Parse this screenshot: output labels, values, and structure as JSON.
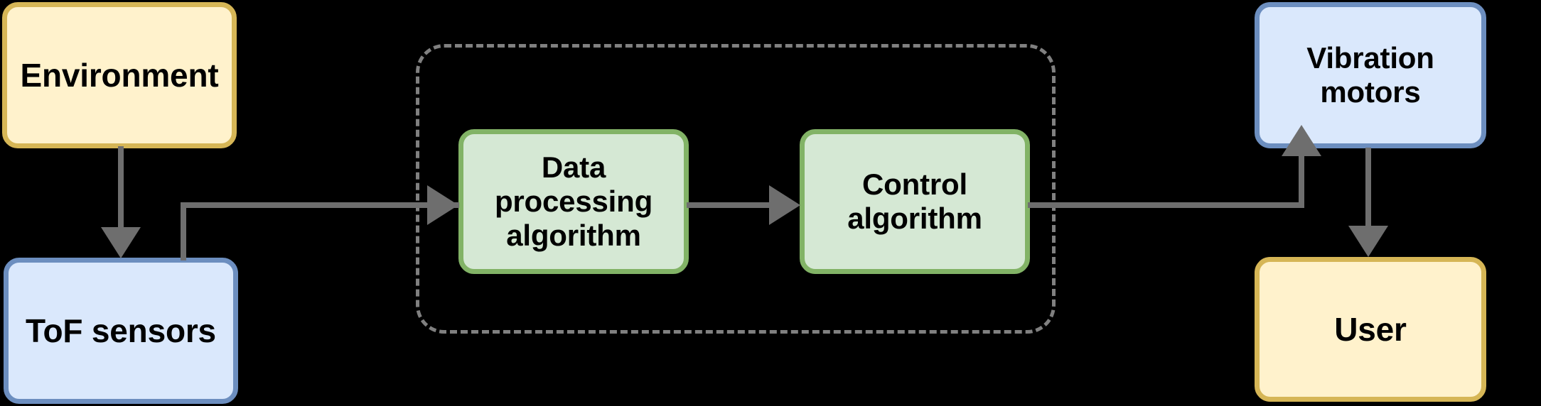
{
  "diagram": {
    "title": "Assistive device system block diagram",
    "background_color": "#000000",
    "palette": {
      "yellow_fill": "#fff2cc",
      "yellow_stroke": "#d6b656",
      "blue_fill": "#dae8fc",
      "blue_stroke": "#6c8ebf",
      "green_fill": "#d5e8d4",
      "green_stroke": "#82b366",
      "edge_color": "#6e6e6e",
      "group_border_color": "#808080",
      "text_color": "#000000"
    },
    "nodes": [
      {
        "id": "environment",
        "label": "Environment",
        "type": "external",
        "style": "yellow"
      },
      {
        "id": "tof-sensors",
        "label": "ToF sensors",
        "type": "hardware",
        "style": "blue"
      },
      {
        "id": "data-processing",
        "label": "Data\nprocessing\nalgorithm",
        "type": "software",
        "style": "green"
      },
      {
        "id": "control-algorithm",
        "label": "Control\nalgorithm",
        "type": "software",
        "style": "green"
      },
      {
        "id": "vibration-motors",
        "label": "Vibration\nmotors",
        "type": "hardware",
        "style": "blue"
      },
      {
        "id": "user",
        "label": "User",
        "type": "external",
        "style": "yellow"
      }
    ],
    "group": {
      "id": "subsystem",
      "label": "",
      "border_style": "dashed",
      "contains": [
        "data-processing",
        "control-algorithm"
      ]
    },
    "edges": [
      {
        "id": "env-to-tof",
        "from": "environment",
        "to": "tof-sensors",
        "label": "",
        "direction": "down",
        "shape": "straight"
      },
      {
        "id": "tof-to-dp",
        "from": "tof-sensors",
        "to": "data-processing",
        "label": "",
        "direction": "right",
        "shape": "elbow-up-right"
      },
      {
        "id": "dp-to-ca",
        "from": "data-processing",
        "to": "control-algorithm",
        "label": "",
        "direction": "right",
        "shape": "straight"
      },
      {
        "id": "ca-to-vm",
        "from": "control-algorithm",
        "to": "vibration-motors",
        "label": "",
        "direction": "up",
        "shape": "elbow-right-up"
      },
      {
        "id": "vm-to-user",
        "from": "vibration-motors",
        "to": "user",
        "label": "",
        "direction": "down",
        "shape": "straight"
      }
    ]
  }
}
